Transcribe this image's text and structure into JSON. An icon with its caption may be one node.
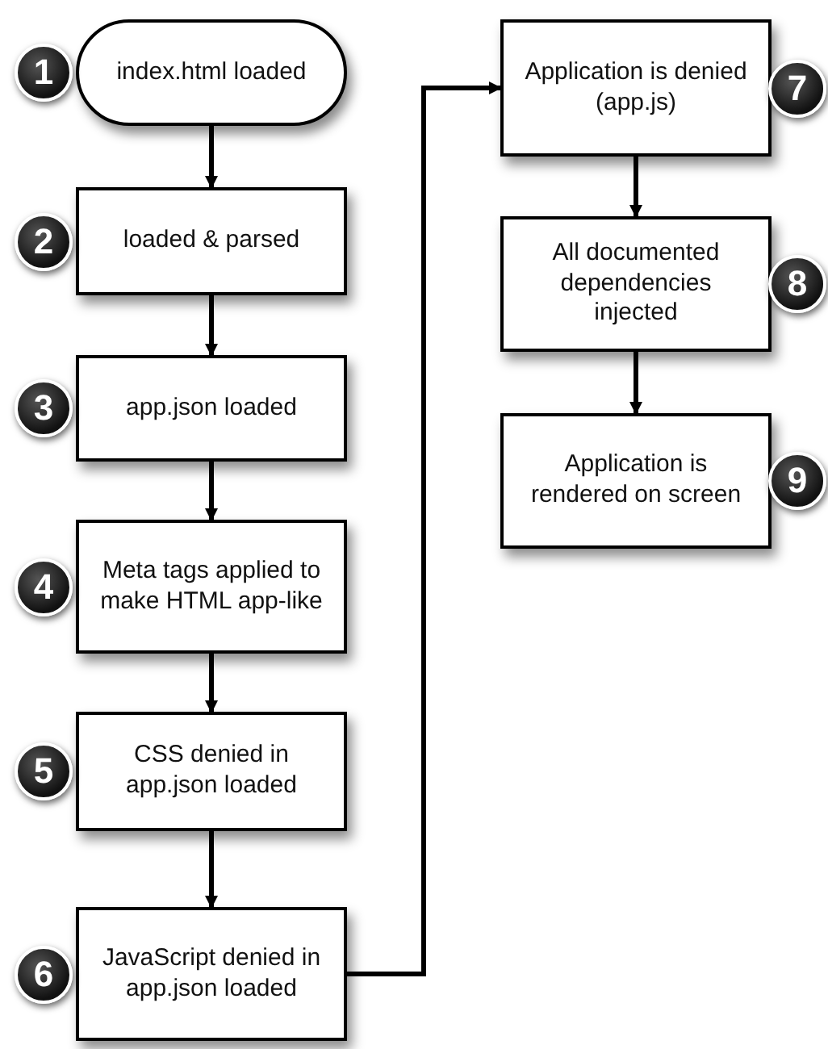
{
  "diagram": {
    "nodes": [
      {
        "text": [
          "index.html loaded"
        ],
        "beside": [
          "1"
        ]
      },
      {
        "text": [
          "loaded & parsed"
        ],
        "beside": [
          "2"
        ]
      },
      {
        "text": [
          "app.json loaded"
        ],
        "beside": [
          "3"
        ]
      },
      {
        "text": [
          "Meta tags applied to make HTML app-like"
        ],
        "beside": [
          "4"
        ]
      },
      {
        "text": [
          "CSS denied in app.json loaded"
        ],
        "beside": [
          "5"
        ]
      },
      {
        "text": [
          "JavaScript denied in app.json loaded"
        ],
        "beside": [
          "6"
        ]
      },
      {
        "text": [
          "Application is denied (app.js)"
        ],
        "beside": [
          "7"
        ]
      },
      {
        "text": [
          "All documented dependencies injected"
        ],
        "beside": [
          "8"
        ]
      },
      {
        "text": [
          "Application is rendered on screen"
        ],
        "beside": [
          "9"
        ]
      }
    ],
    "edges": [
      {
        "from": 0,
        "to": 1,
        "arrow": "to"
      },
      {
        "from": 1,
        "to": 2,
        "arrow": "to"
      },
      {
        "from": 2,
        "to": 3,
        "arrow": "to"
      },
      {
        "from": 3,
        "to": 4,
        "arrow": "to"
      },
      {
        "from": 4,
        "to": 5,
        "arrow": "to"
      },
      {
        "from": 5,
        "to": 6,
        "arrow": "to"
      },
      {
        "from": 6,
        "to": 7,
        "arrow": "to"
      },
      {
        "from": 7,
        "to": 8,
        "arrow": "to"
      }
    ]
  }
}
